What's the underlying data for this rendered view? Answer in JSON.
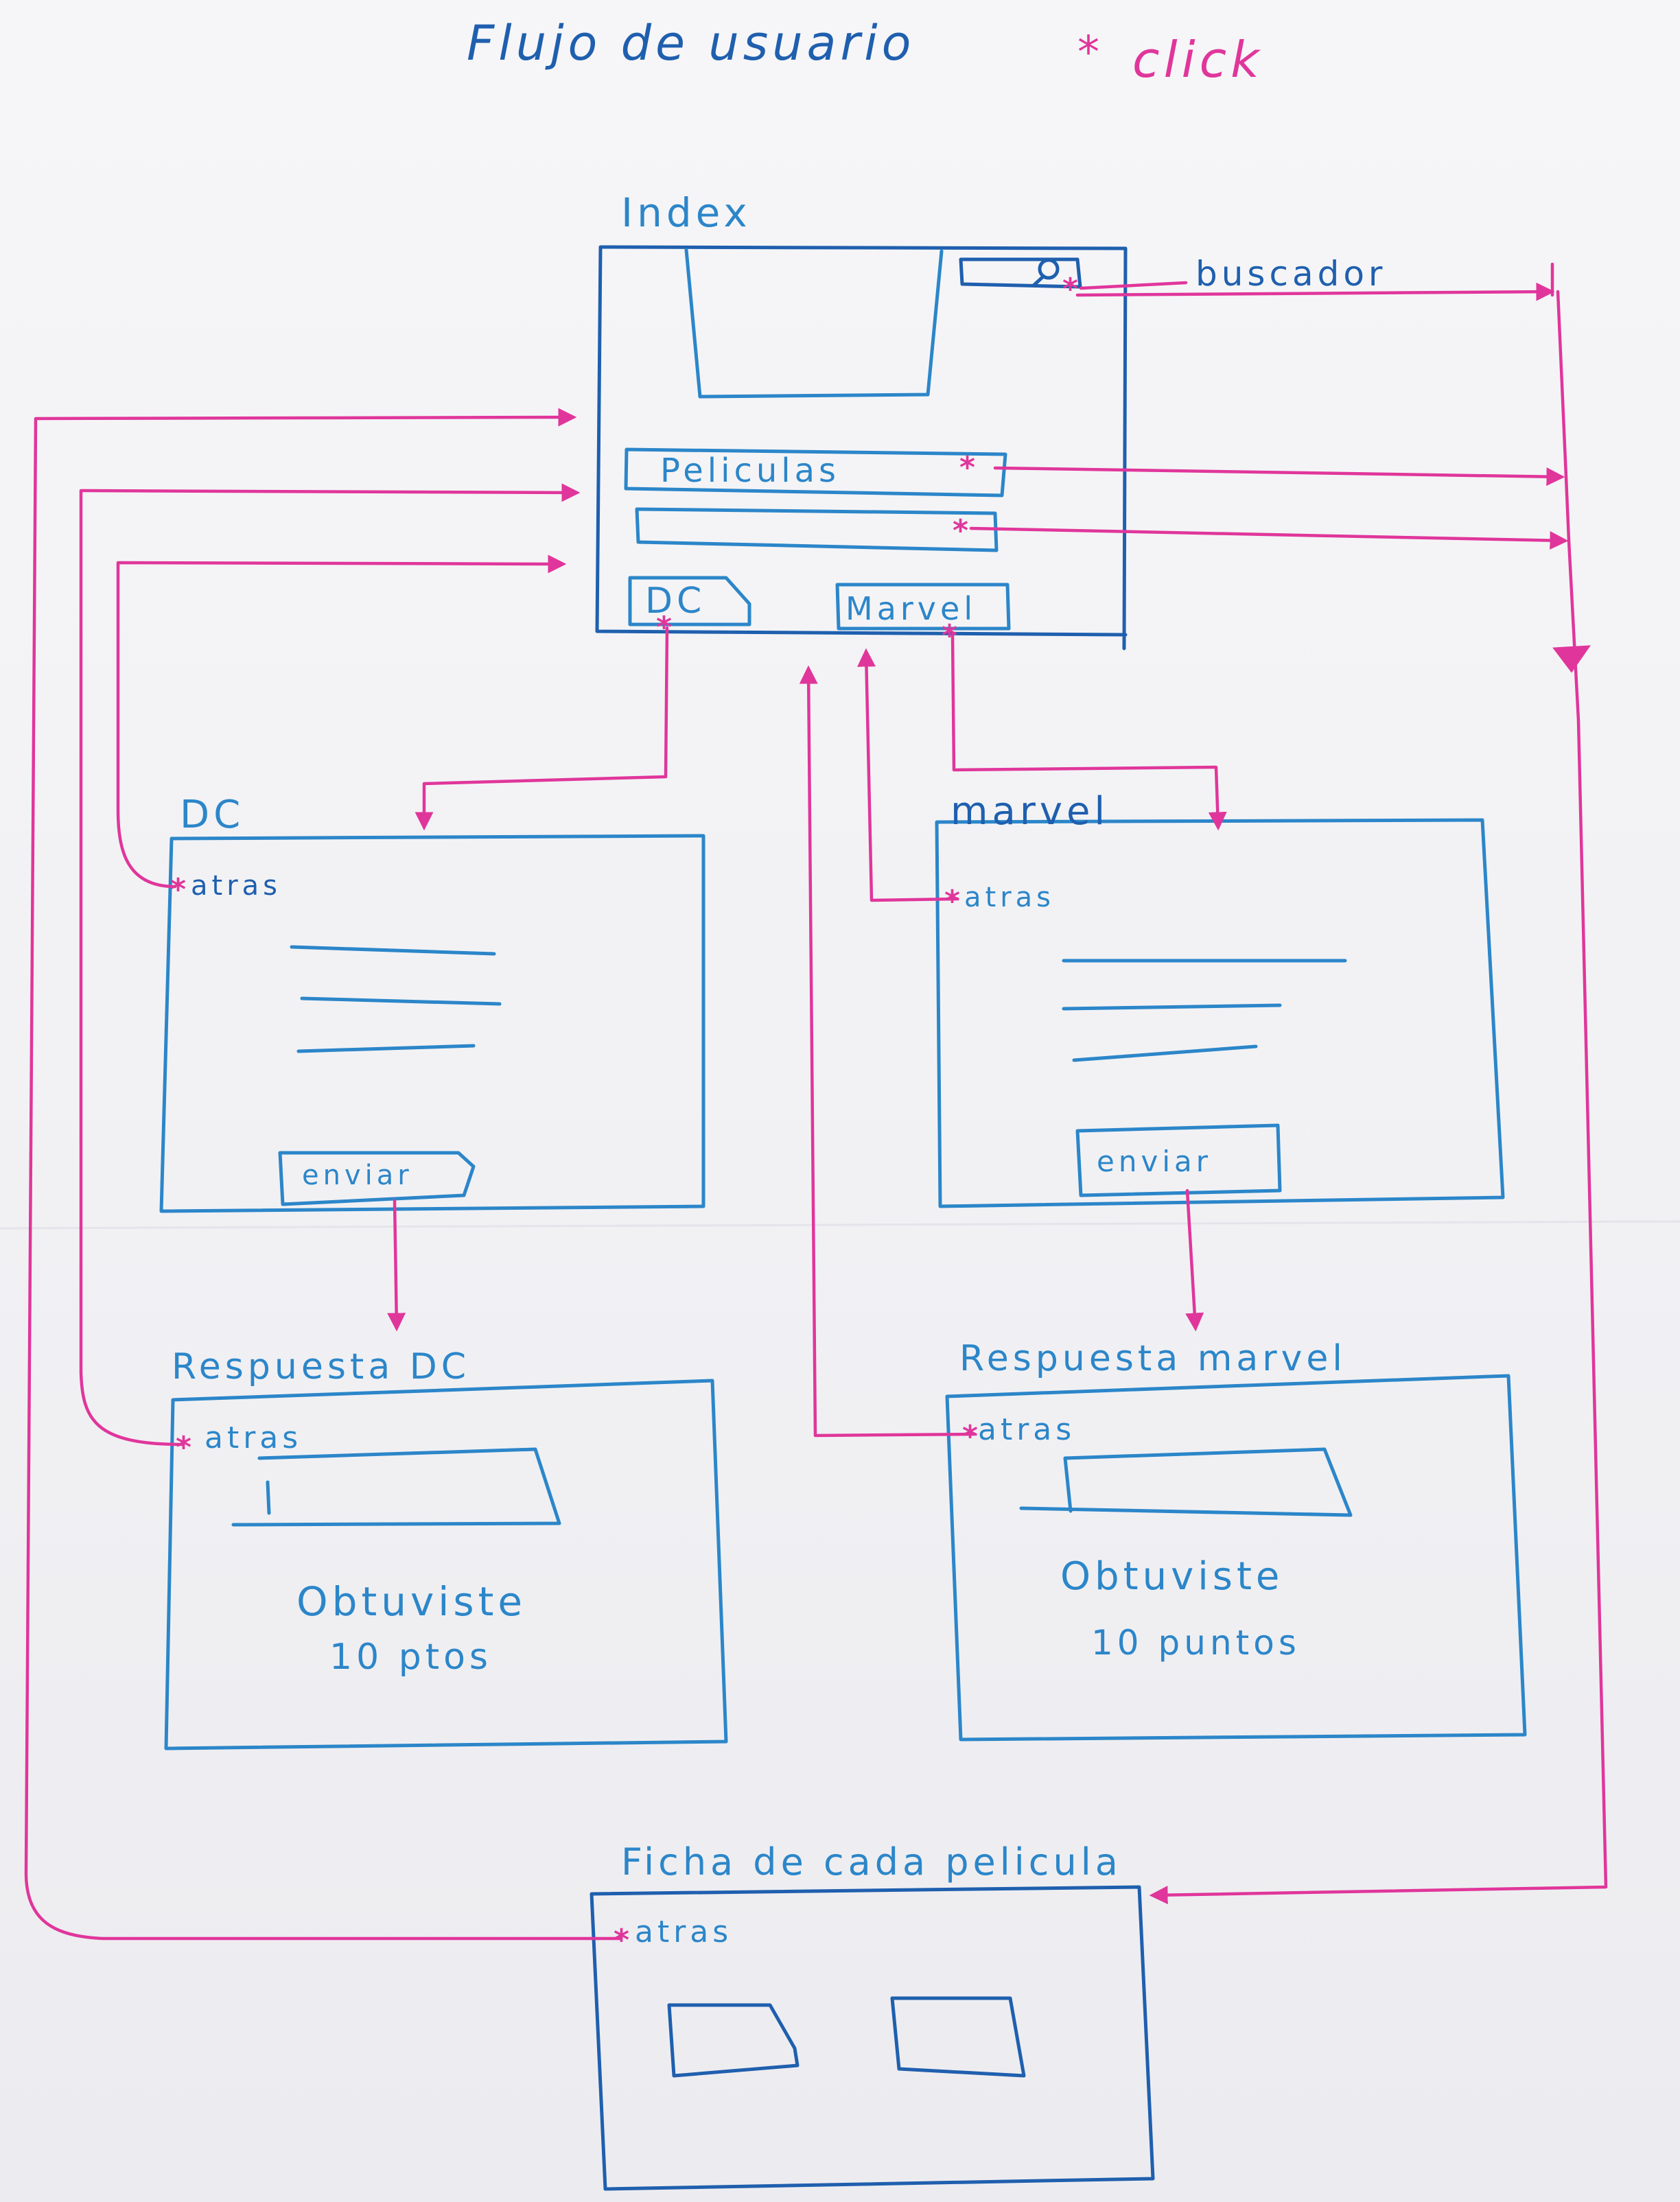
{
  "title": {
    "main": "Flujo de usuario",
    "legend_symbol": "*",
    "legend_text": "click"
  },
  "index": {
    "label": "Index",
    "search_icon": "magnifier-icon",
    "search_label": "buscador",
    "peliculas_label": "Peliculas",
    "dc_label": "DC",
    "marvel_label": "Marvel"
  },
  "dc_page": {
    "label": "DC",
    "back_label": "atras",
    "send_label": "enviar"
  },
  "marvel_page": {
    "label": "marvel",
    "back_label": "atras",
    "send_label": "enviar"
  },
  "dc_result": {
    "label": "Respuesta DC",
    "back_label": "atras",
    "score_line1": "Obtuviste",
    "score_line2": "10 ptos"
  },
  "marvel_result": {
    "label": "Respuesta marvel",
    "back_label": "atras",
    "score_line1": "Obtuviste",
    "score_line2": "10 puntos"
  },
  "movie_sheet": {
    "label": "Ficha de cada pelicula",
    "back_label": "atras"
  },
  "colors": {
    "wireframe": "#2c86c9",
    "flow": "#e0369b",
    "paper": "#f3f3f6"
  }
}
